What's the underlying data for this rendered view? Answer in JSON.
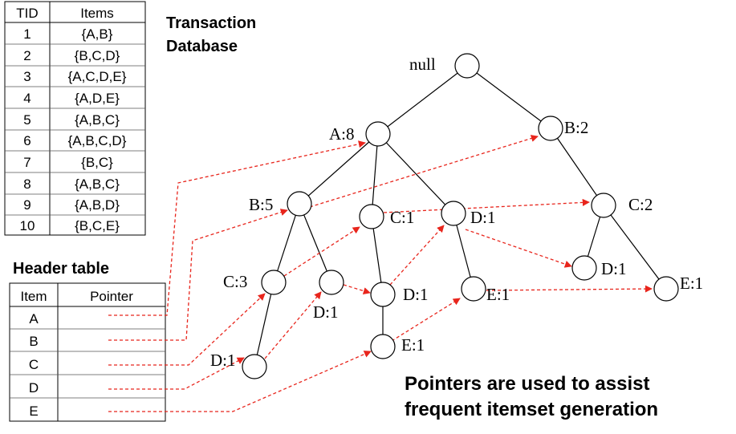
{
  "transaction_table": {
    "header": [
      "TID",
      "Items"
    ],
    "rows": [
      [
        "1",
        "{A,B}"
      ],
      [
        "2",
        "{B,C,D}"
      ],
      [
        "3",
        "{A,C,D,E}"
      ],
      [
        "4",
        "{A,D,E}"
      ],
      [
        "5",
        "{A,B,C}"
      ],
      [
        "6",
        "{A,B,C,D}"
      ],
      [
        "7",
        "{B,C}"
      ],
      [
        "8",
        "{A,B,C}"
      ],
      [
        "9",
        "{A,B,D}"
      ],
      [
        "10",
        "{B,C,E}"
      ]
    ]
  },
  "titles": {
    "transaction_line1": "Transaction",
    "transaction_line2": "Database",
    "header_table": "Header table"
  },
  "header_table": {
    "header": [
      "Item",
      "Pointer"
    ],
    "items": [
      "A",
      "B",
      "C",
      "D",
      "E"
    ]
  },
  "tree": {
    "nodes": [
      {
        "id": "root",
        "label": "null"
      },
      {
        "id": "A8",
        "label": "A:8"
      },
      {
        "id": "B2",
        "label": "B:2"
      },
      {
        "id": "B5",
        "label": "B:5"
      },
      {
        "id": "C1a",
        "label": "C:1"
      },
      {
        "id": "D1a",
        "label": "D:1"
      },
      {
        "id": "C2",
        "label": "C:2"
      },
      {
        "id": "C3",
        "label": "C:3"
      },
      {
        "id": "D1b",
        "label": "D:1"
      },
      {
        "id": "D1c",
        "label": "D:1"
      },
      {
        "id": "E1a",
        "label": "E:1"
      },
      {
        "id": "D1d",
        "label": "D:1"
      },
      {
        "id": "E1b",
        "label": "E:1"
      },
      {
        "id": "D1e",
        "label": "D:1"
      },
      {
        "id": "E1c",
        "label": "E:1"
      }
    ]
  },
  "caption": {
    "line1": "Pointers are used to assist",
    "line2": "frequent itemset generation"
  },
  "colors": {
    "pointer": "#e8251c",
    "line": "#000000",
    "background": "#ffffff"
  }
}
